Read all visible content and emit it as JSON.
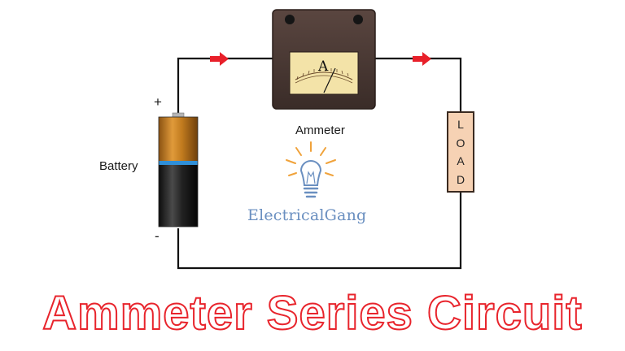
{
  "title": "Ammeter Series Circuit",
  "labels": {
    "battery": "Battery",
    "plus": "+",
    "minus": "-",
    "ammeter": "Ammeter",
    "brand": "ElectricalGang",
    "meter_letter": "A",
    "load_letters": [
      "L",
      "O",
      "A",
      "D"
    ]
  },
  "colors": {
    "wire": "#111111",
    "arrow": "#e8202a",
    "title_outline": "#e8242c",
    "load_fill": "#f6d2b4",
    "meter_body": "#4a3a34",
    "meter_face": "#f3e3a8",
    "battery_top": "#c07a1e",
    "battery_band": "#2f8fd8",
    "battery_bottom": "#1c1c1c",
    "brand_text": "#6a8fc0",
    "bulb_rays": "#f0a23a"
  },
  "icons": [
    "lightbulb-logo-icon",
    "current-arrow-icon"
  ]
}
